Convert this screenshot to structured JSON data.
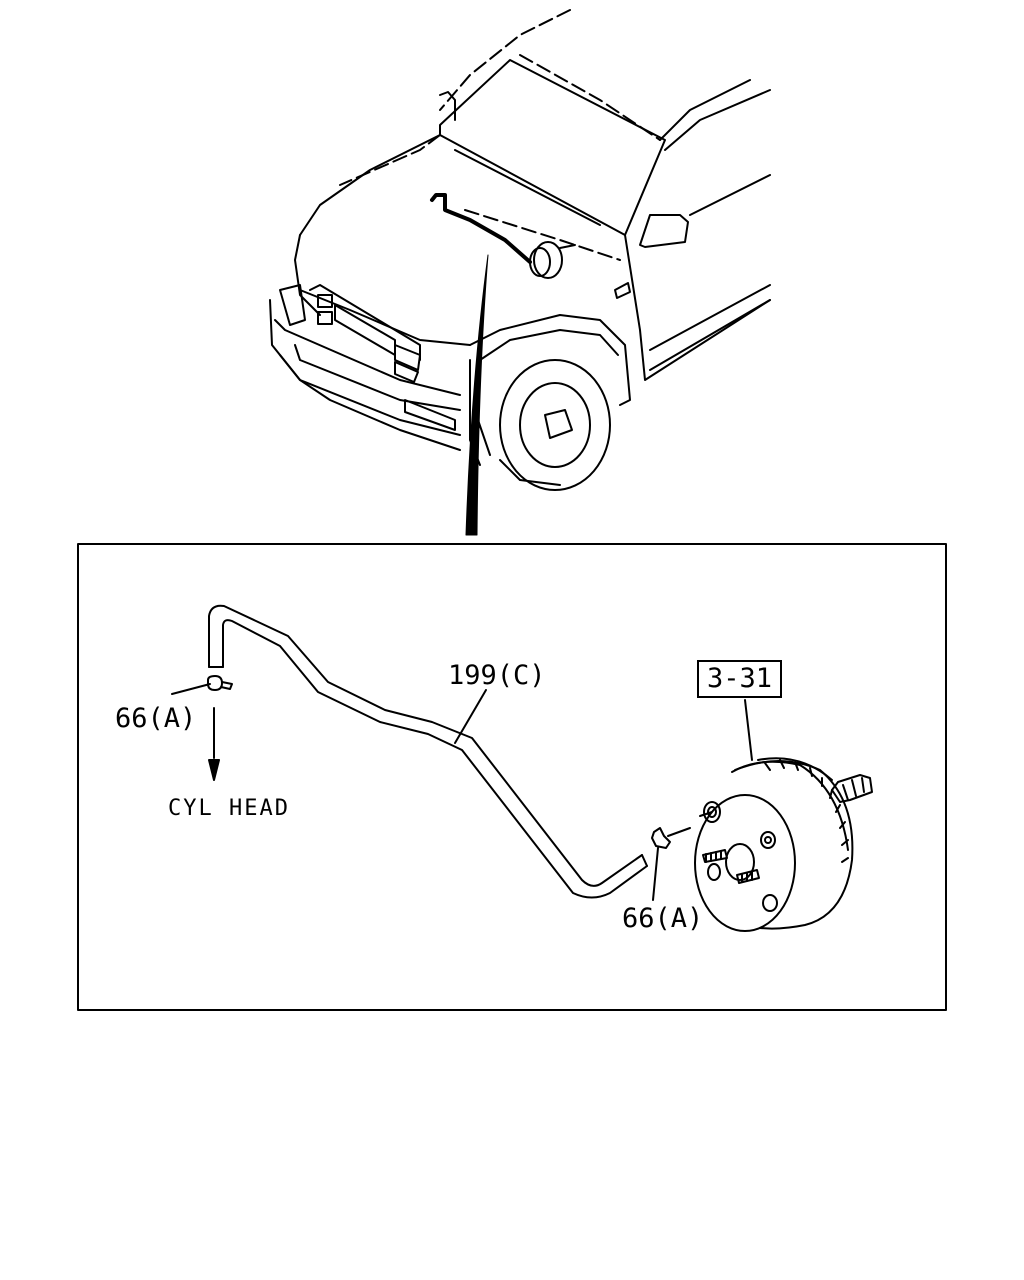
{
  "callouts": {
    "hose": "199(C)",
    "clamp_left": "66(A)",
    "clamp_right": "66(A)",
    "booster_ref": "3-31",
    "destination": "CYL HEAD"
  },
  "colors": {
    "line": "#000000",
    "background": "#ffffff"
  }
}
